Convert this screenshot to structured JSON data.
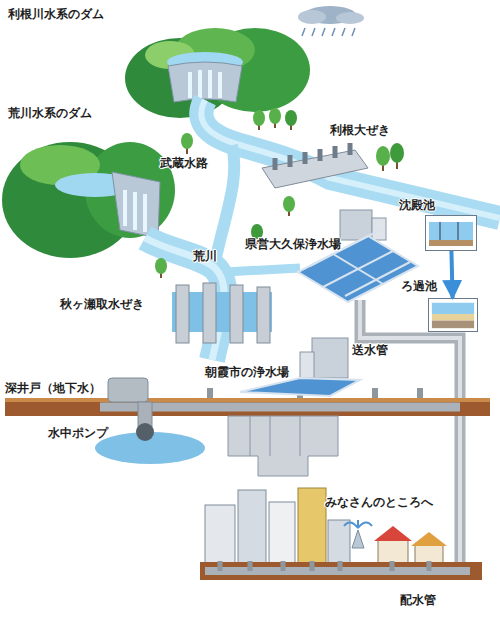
{
  "diagram": {
    "nodes": [
      {
        "text": [
          "沈殿池"
        ]
      },
      {
        "text": [
          "ろ過池"
        ]
      }
    ],
    "edges": [
      {
        "from": 0,
        "to": 1,
        "arrow": "to"
      }
    ],
    "labels": [
      "利根川水系のダム",
      "荒川水系のダム",
      "利根大ぜき",
      "武蔵水路",
      "荒川",
      "県営大久保浄水場",
      "秋ヶ瀬取水ぜき",
      "送水管",
      "朝霞市の浄水場",
      "深井戸（地下水）",
      "水中ポンプ",
      "みなさんのところへ",
      "配水管"
    ]
  }
}
